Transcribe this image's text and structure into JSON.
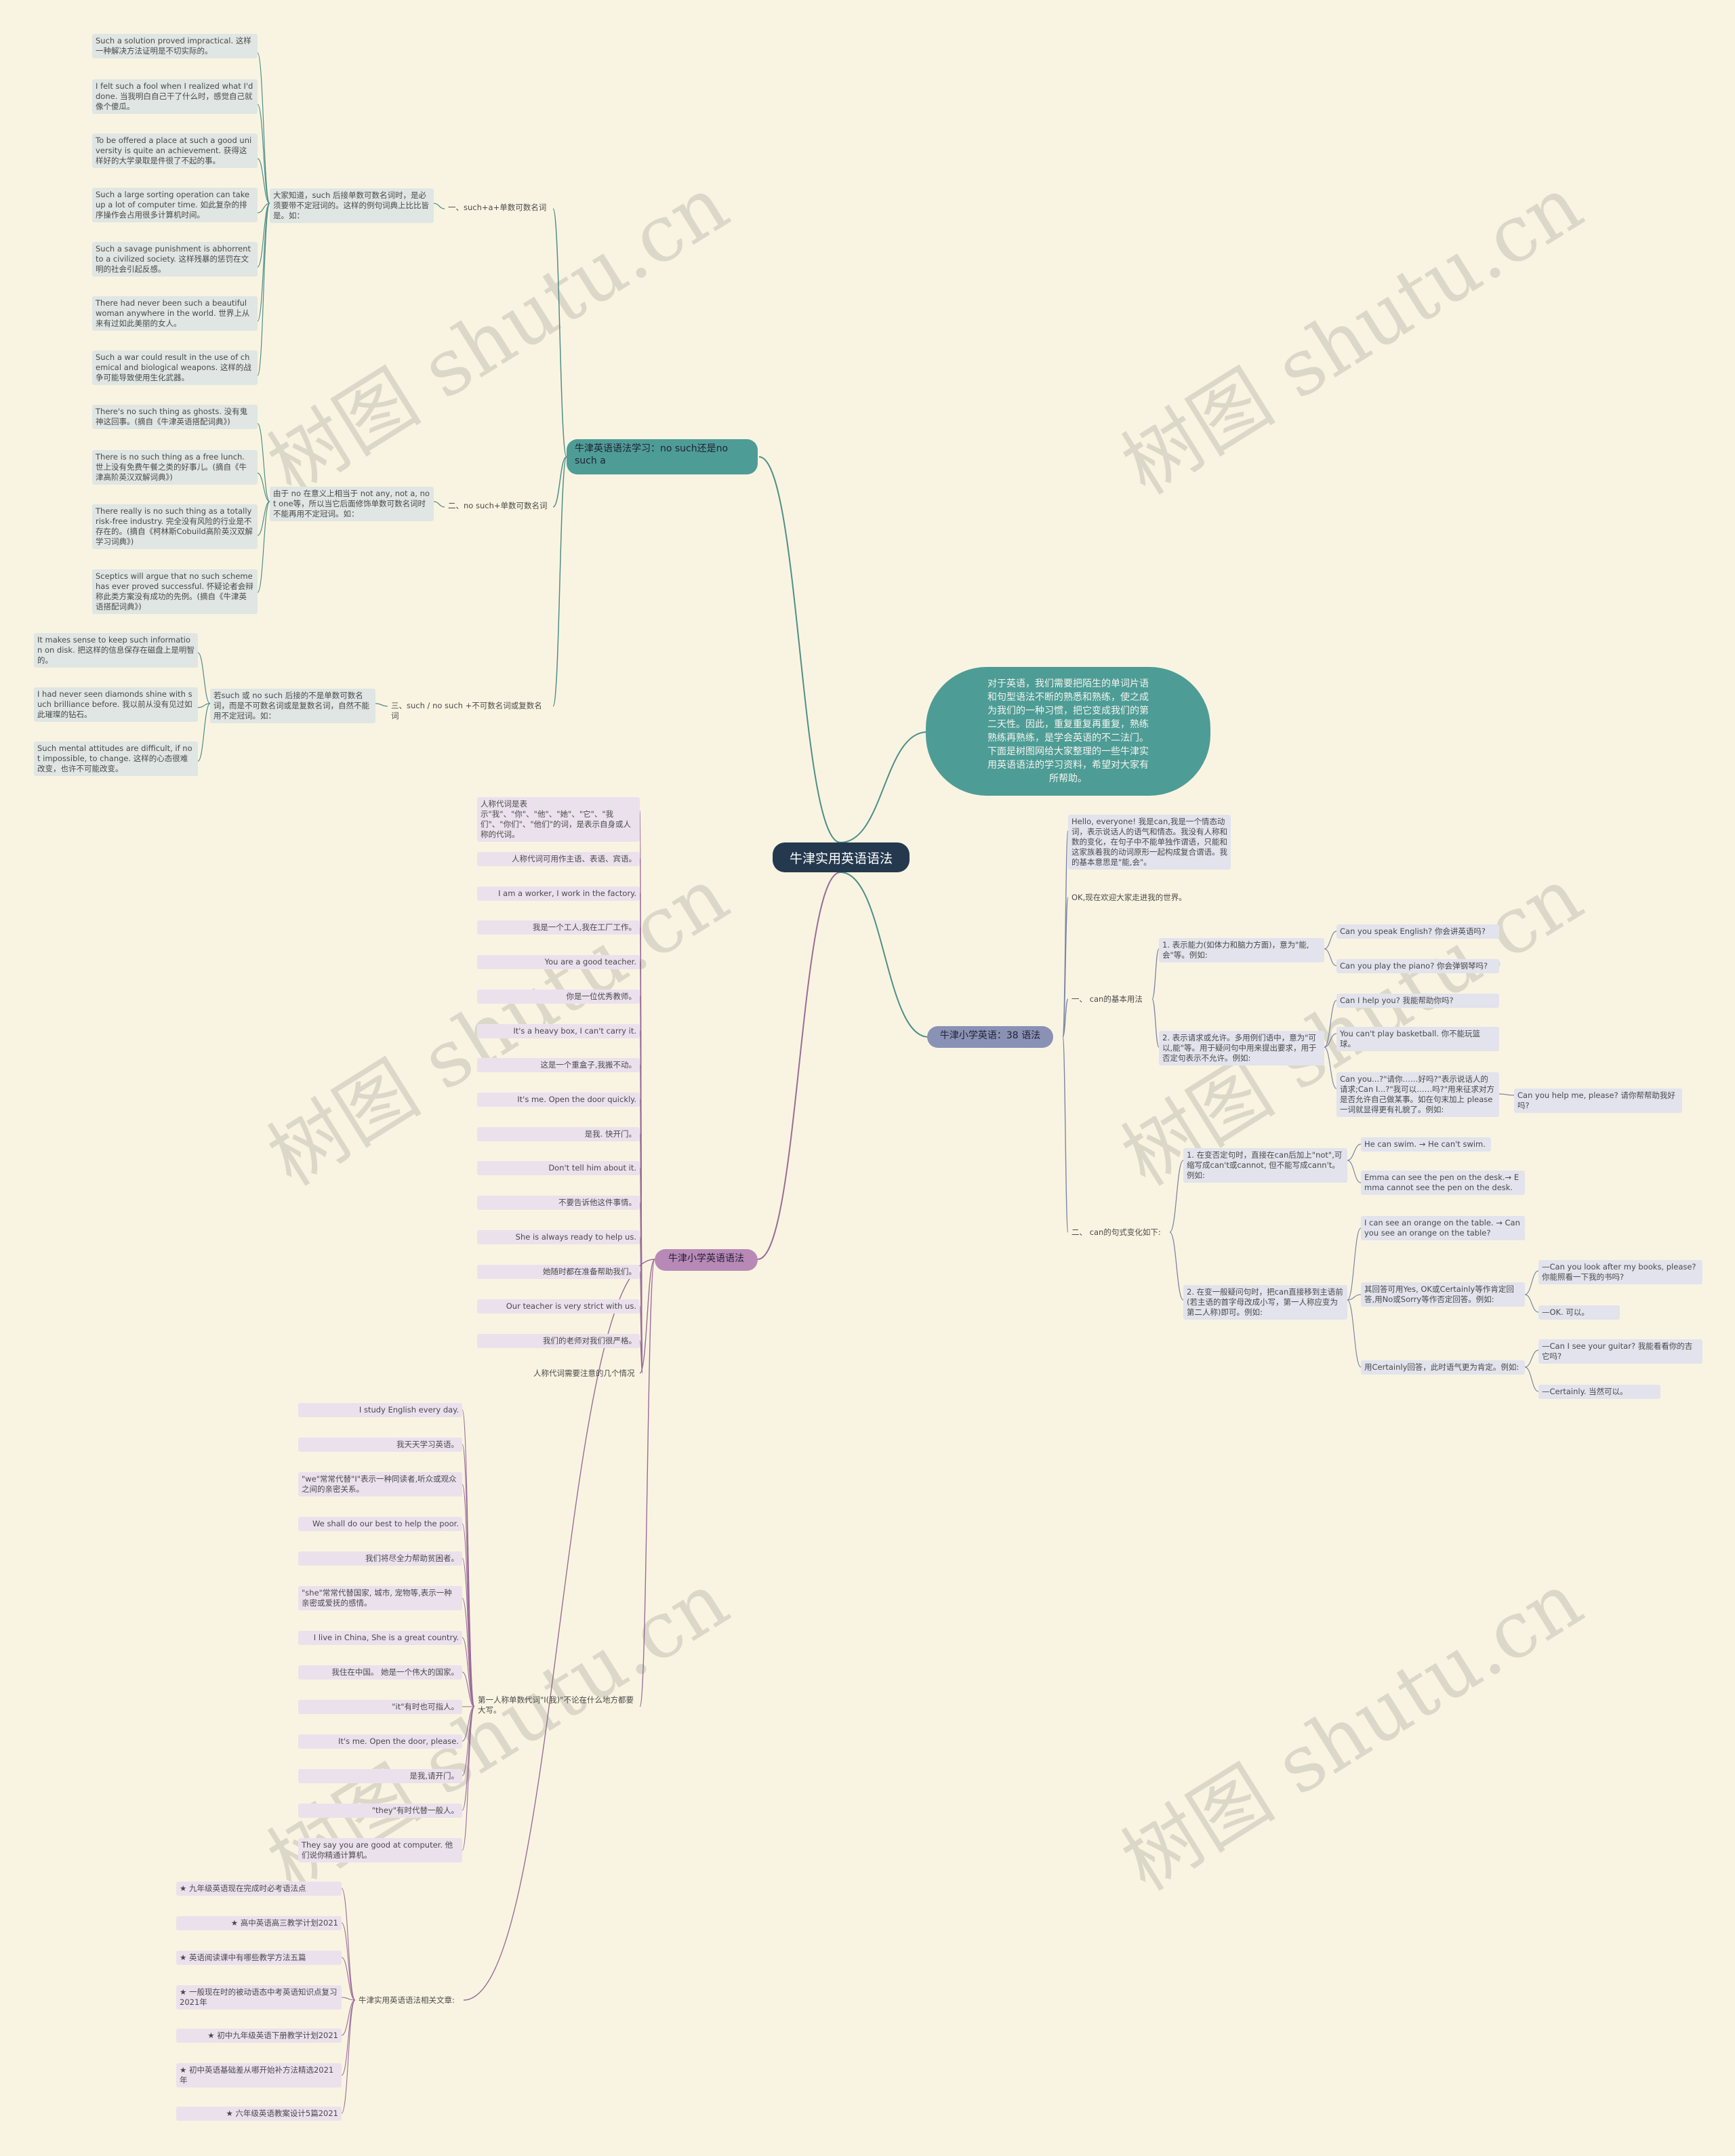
{
  "watermark": "树图 shutu.cn",
  "root": "牛津实用英语语法",
  "intro": "对于英语，我们需要把陌生的单词片语和句型语法不断的熟悉和熟练，使之成为我们的一种习惯，把它变成我们的第二天性。因此，重复重复再重复，熟练熟练再熟练，是学会英语的不二法门。下面是树图网给大家整理的一些牛津实用英语语法的学习资料，希望对大家有所帮助。",
  "branch1": {
    "title": "牛津英语语法学习：no such还是no such a",
    "s1": {
      "label": "一、such+a+单数可数名词",
      "explain": "大家知道，such 后接单数可数名词时，是必须要带不定冠词的。这样的例句词典上比比皆是。如：",
      "items": [
        "Such a solution proved impractical. 这样一种解决方法证明是不切实际的。",
        "I felt such a fool when I realized what I'd done. 当我明白自己干了什么时，感觉自己就像个傻瓜。",
        "To be offered a place at such a good university is quite an achievement. 获得这样好的大学录取是件很了不起的事。",
        "Such a large sorting operation can take up a lot of computer time. 如此复杂的排序操作会占用很多计算机时间。",
        "Such a savage punishment is abhorrent to a civilized society. 这样残暴的惩罚在文明的社会引起反感。",
        "There had never been such a beautiful woman anywhere in the world. 世界上从来有过如此美丽的女人。",
        "Such a war could result in the use of chemical and biological weapons. 这样的战争可能导致使用生化武器。"
      ]
    },
    "s2": {
      "label": "二、no such+单数可数名词",
      "explain": "由于 no 在意义上相当于 not any, not a, not one等，所以当它后面修饰单数可数名词时不能再用不定冠词。如：",
      "items": [
        "There's no such thing as ghosts. 没有鬼神这回事。(摘自《牛津英语搭配词典》)",
        "There is no such thing as a free lunch. 世上没有免费午餐之类的好事儿。(摘自《牛津高阶英汉双解词典》)",
        "There really is no such thing as a totally risk-free industry. 完全没有风险的行业是不存在的。(摘自《柯林斯Cobuild高阶英汉双解学习词典》)",
        "Sceptics will argue that no such scheme has ever proved successful. 怀疑论者会辩称此类方案没有成功的先例。(摘自《牛津英语搭配词典》)"
      ]
    },
    "s3": {
      "label": "三、such / no such +不可数名词或复数名词",
      "explain": "若such 或 no such 后接的不是单数可数名词，而是不可数名词或是复数名词，自然不能用不定冠词。如：",
      "items": [
        "It makes sense to keep such information on disk. 把这样的信息保存在磁盘上是明智的。",
        "I had never seen diamonds shine with such brilliance before. 我以前从没有见过如此璀璨的钻石。",
        "Such mental attitudes are difficult, if not impossible, to change. 这样的心态很难改变，也许不可能改变。"
      ]
    }
  },
  "branch2": {
    "title": "牛津小学英语：38 语法",
    "hello": "Hello, everyone! 我是can,我是一个情态动词，表示说话人的语气和情态。我没有人称和数的变化，在句子中不能单独作谓语，只能和这家族着我的动词原形一起构成复合谓语。我的基本意思是\"能,会\"。",
    "ok": "OK,现在欢迎大家走进我的世界。",
    "s1": {
      "label": "一、 can的基本用法",
      "u1": {
        "text": "1. 表示能力(如体力和脑力方面)，意为\"能,会\"等。例如:",
        "items": [
          "Can you speak English? 你会讲英语吗?",
          "Can you play the piano? 你会弹钢琴吗?"
        ]
      },
      "u2": {
        "text": "2. 表示请求或允许。多用例们语中，意为\"可以,能\"等。用于疑问句中用来提出要求，用于否定句表示不允许。例如:",
        "items": [
          "Can I help you? 我能帮助你吗?",
          "You can't play basketball. 你不能玩篮球。",
          "Can you...?\"请你……好吗?\"表示说话人的请求;Can I...?\"我可以……吗?\"用来征求对方是否允许自己做某事。如在句末加上 please一词就显得更有礼貌了。例如:"
        ],
        "polite": "Can you help me, please? 请你帮帮助我好吗?"
      }
    },
    "s2": {
      "label": "二、 can的句式变化如下:",
      "n1": {
        "text": "1. 在变否定句时，直接在can后加上\"not\",可缩写成can't或cannot, 但不能写成cann't。例如:",
        "items": [
          "He can swim. → He can't swim.",
          "Emma can see the pen on the desk.→ Emma cannot see the pen on the desk."
        ]
      },
      "n2": {
        "text": "2. 在变一般疑问句时，把can直接移到主语前(若主语的首字母改成小写，第一人称应变为第二人称)即可。例如:",
        "items": [
          "I can see an orange on the table. → Can you see an orange on the table?",
          "其回答可用Yes, OK或Certainly等作肯定回答,用No或Sorry等作否定回答。例如:",
          "用Certainly回答，此时语气更为肯定。例如:"
        ],
        "sub1": [
          "—Can you look after my books, please? 你能照看一下我的书吗?",
          "—OK. 可以。"
        ],
        "sub2": [
          "—Can I see your guitar? 我能看看你的吉它吗?",
          "—Certainly. 当然可以。"
        ]
      }
    }
  },
  "branch3": {
    "title": "牛津小学英语语法",
    "g1": {
      "label": "人称代词需要注意的几个情况",
      "items": [
        "人称代词是表示\"我\"、\"你\"、\"他\"、\"她\"、\"它\"、\"我们\"、\"你们\"、\"他们\"的词，是表示自身或人称的代词。",
        "人称代词可用作主语、表语、宾语。",
        "I am a worker, I work in the factory.",
        "我是一个工人,我在工厂工作。",
        "You are a good teacher.",
        "你是一位优秀教师。",
        "It's a heavy box, I can't carry it.",
        "这是一个重盒子,我搬不动。",
        "It's me. Open the door quickly.",
        "是我. 快开门。",
        "Don't tell him about it.",
        "不要告诉他这件事情。",
        "She is always ready to help us.",
        "她随时都在准备帮助我们。",
        "Our teacher is very strict with us.",
        "我们的老师对我们很严格。"
      ]
    },
    "g2": {
      "label": "第一人称单数代词\"I(我)\"不论在什么地方都要大写。",
      "items": [
        "I study English every day.",
        "我天天学习英语。",
        "\"we\"常常代替\"I\"表示一种同读者,听众或观众之间的亲密关系。",
        "We shall do our best to help the poor.",
        "我们将尽全力帮助贫困者。",
        "\"she\"常常代替国家, 城市, 宠物等,表示一种亲密或爱抚的感情。",
        "I live in China, She is a great country.",
        "我住在中国。 她是一个伟大的国家。",
        "\"it\"有时也可指人。",
        "It's me. Open the door, please.",
        "是我,请开门。",
        "\"they\"有时代替一般人。",
        "They say you are good at computer. 他们说你精通计算机。"
      ]
    },
    "g3": {
      "label": "牛津实用英语语法相关文章:",
      "items": [
        "★ 九年级英语现在完成时必考语法点",
        "★ 高中英语高三教学计划2021",
        "★ 英语阅读课中有哪些教学方法五篇",
        "★ 一般现在时的被动语态中考英语知识点复习2021年",
        "★ 初中九年级英语下册教学计划2021",
        "★ 初中英语基础差从哪开始补方法精选2021年",
        "★ 六年级英语教案设计5篇2021"
      ]
    }
  }
}
